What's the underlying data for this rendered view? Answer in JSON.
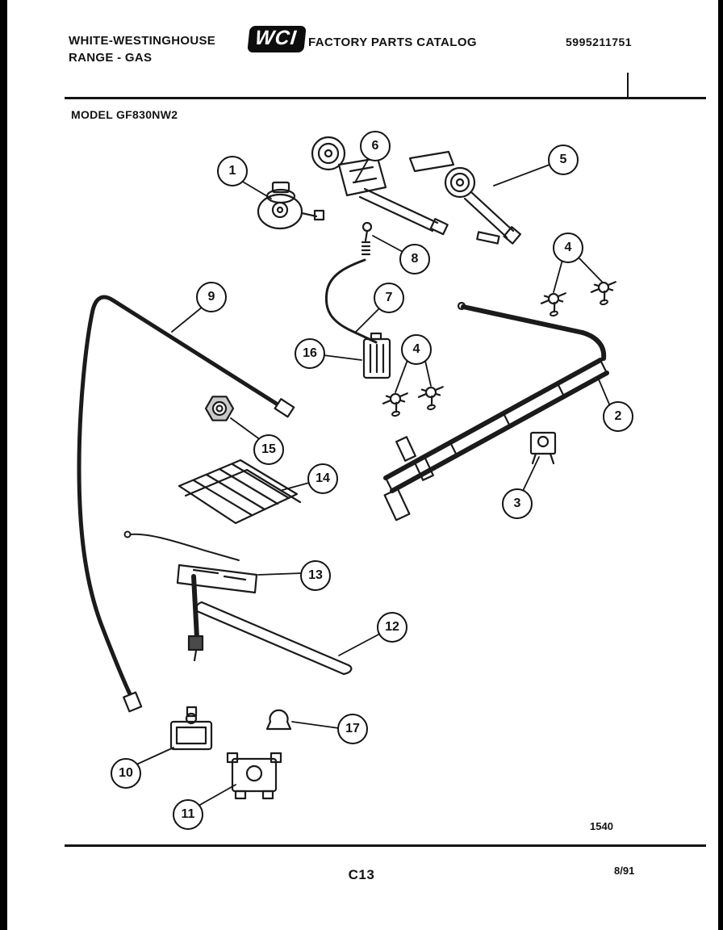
{
  "header": {
    "brand_line1": "WHITE-WESTINGHOUSE",
    "brand_line2": "RANGE - GAS",
    "logo_text": "WCI",
    "catalog_title": "FACTORY PARTS CATALOG",
    "catalog_number": "5995211751"
  },
  "model_label": "MODEL GF830NW2",
  "diagram": {
    "description": "Exploded parts view: burner, manifold and gas supply parts for gas range",
    "callouts": [
      {
        "label": "1"
      },
      {
        "label": "6"
      },
      {
        "label": "5"
      },
      {
        "label": "8"
      },
      {
        "label": "4"
      },
      {
        "label": "9"
      },
      {
        "label": "7"
      },
      {
        "label": "16"
      },
      {
        "label": "4"
      },
      {
        "label": "2"
      },
      {
        "label": "15"
      },
      {
        "label": "14"
      },
      {
        "label": "3"
      },
      {
        "label": "13"
      },
      {
        "label": "12"
      },
      {
        "label": "17"
      },
      {
        "label": "10"
      },
      {
        "label": "11"
      }
    ],
    "figure_code": "1540"
  },
  "footer": {
    "page_number": "C13",
    "date_code": "8/91"
  }
}
